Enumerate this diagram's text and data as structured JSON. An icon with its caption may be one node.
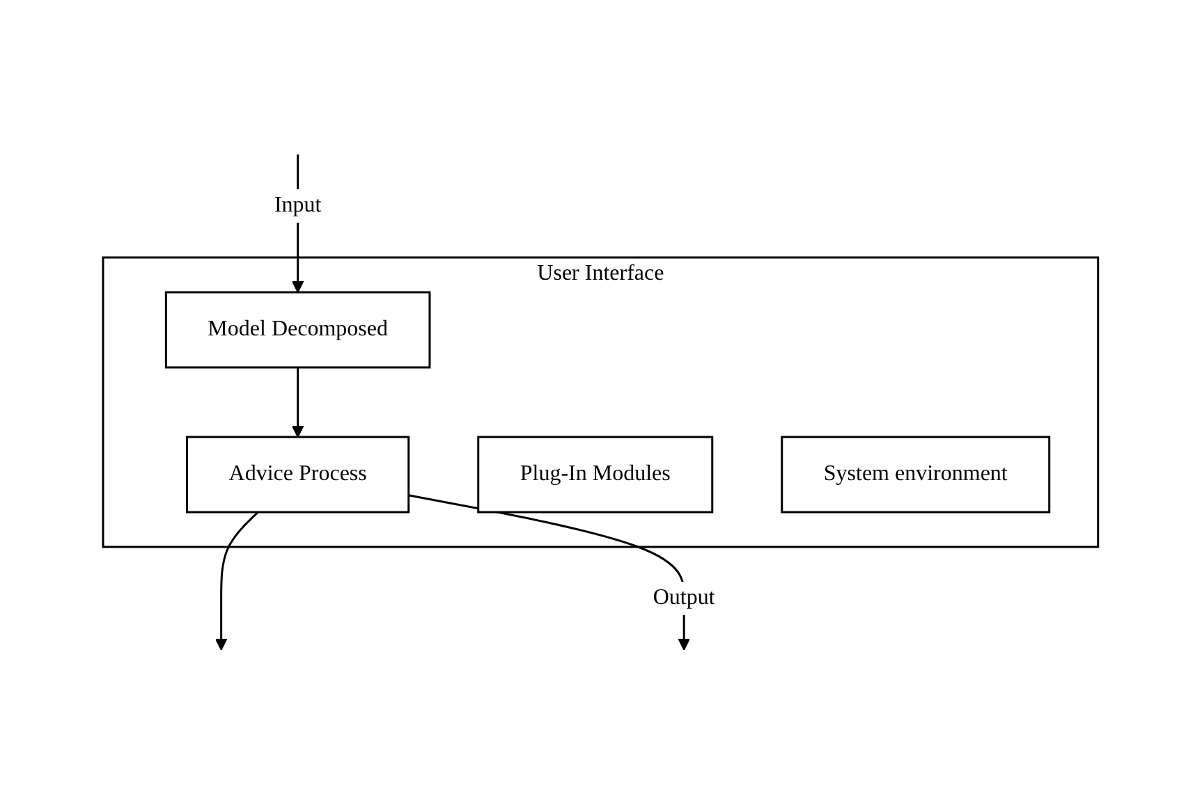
{
  "diagram": {
    "nodes": [
      {
        "text": [
          "User Interface"
        ]
      },
      {
        "text": [
          "Model Decomposed"
        ],
        "in": 0
      },
      {
        "text": [
          "Advice Process"
        ],
        "in": 0
      },
      {
        "text": [
          "Plug-In Modules"
        ],
        "in": 0
      },
      {
        "text": [
          "System environment"
        ],
        "in": 0
      }
    ],
    "edges": [
      {
        "from": null,
        "to": 1,
        "arrow": "to",
        "label": "Input"
      },
      {
        "from": 1,
        "to": 2,
        "arrow": "to"
      },
      {
        "from": 2,
        "to": null,
        "arrow": "to"
      },
      {
        "from": 2,
        "to": null,
        "arrow": "to",
        "label": "Output"
      }
    ]
  }
}
